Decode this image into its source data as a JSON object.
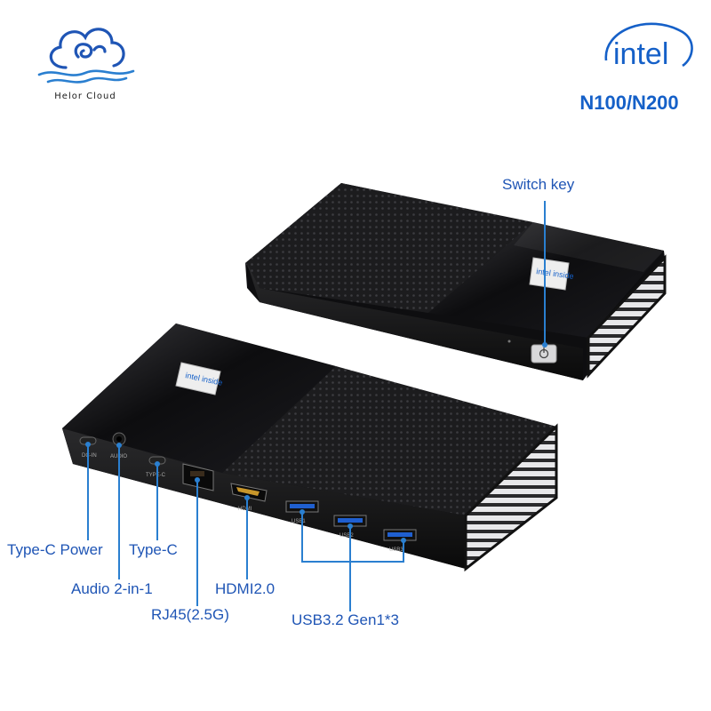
{
  "brand": {
    "name": "Helor Cloud",
    "colors": {
      "primary": "#1f55b5",
      "wave": "#2a7fd0"
    }
  },
  "intel_logo": {
    "text": "intel",
    "color": "#1560c8"
  },
  "chip_models": "N100/N200",
  "device": {
    "top_unit_badge": "intel inside",
    "front_unit_badge": "intel inside",
    "port_silk": {
      "power": "DC-IN",
      "audio": "AUDIO",
      "typec": "TYPE-C",
      "hdmi": "HDMI",
      "usb1": "USB1",
      "usb2": "USB2",
      "usb3": "USB3"
    }
  },
  "callouts": {
    "switch_key": "Switch key",
    "type_c_power": "Type-C Power",
    "type_c": "Type-C",
    "audio": "Audio 2-in-1",
    "hdmi": "HDMI2.0",
    "rj45": "RJ45(2.5G)",
    "usb": "USB3.2 Gen1*3"
  }
}
